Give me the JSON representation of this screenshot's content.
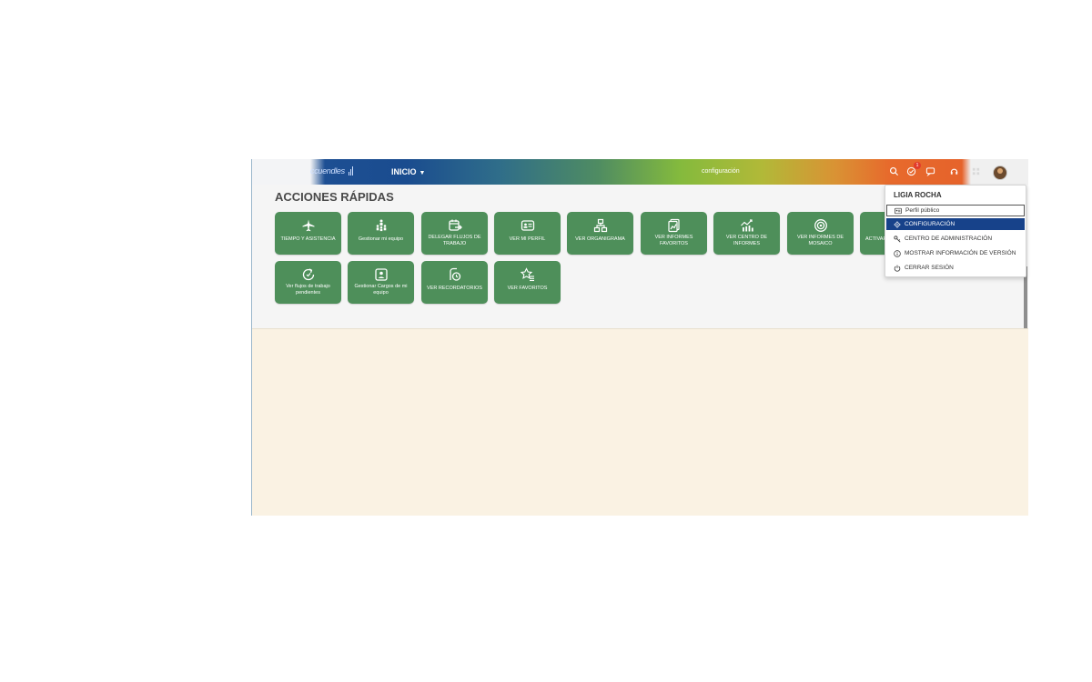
{
  "topbar": {
    "logo_text": "ccuendles",
    "nav_inicio": "INICIO",
    "center_title": "configuración",
    "notification_count": "1",
    "icons": [
      "search-icon",
      "clock-check-icon",
      "chat-icon",
      "help-icon",
      "grid-icon"
    ]
  },
  "section_title": "ACCIONES RÁPIDAS",
  "tiles_row1": [
    {
      "label": "TIEMPO Y ASISTENCIA",
      "icon": "airplane-icon"
    },
    {
      "label": "Gestionar mi equipo",
      "icon": "team-icon"
    },
    {
      "label": "DELEGAR FLUJOS DE TRABAJO",
      "icon": "calendar-arrow-icon"
    },
    {
      "label": "VER MI PERFIL",
      "icon": "id-card-icon"
    },
    {
      "label": "VER ORGANIGRAMA",
      "icon": "org-chart-icon"
    },
    {
      "label": "VER INFORMES FAVORITOS",
      "icon": "report-icon"
    },
    {
      "label": "VER CENTRO DE INFORMES",
      "icon": "chart-icon"
    },
    {
      "label": "VER INFORMES DE MOSAICO",
      "icon": "target-icon"
    },
    {
      "label": "ACTIVAR",
      "icon": "toggle-icon"
    }
  ],
  "tiles_row2": [
    {
      "label": "Ver flujos de trabajo pendientes",
      "icon": "refresh-icon"
    },
    {
      "label": "Gestionar Cargos de mi equipo",
      "icon": "profile-box-icon"
    },
    {
      "label": "VER RECORDATORIOS",
      "icon": "reminder-icon"
    },
    {
      "label": "VER FAVORITOS",
      "icon": "star-list-icon"
    }
  ],
  "dropdown": {
    "user_name": "LIGIA ROCHA",
    "items": [
      {
        "label": "Perfil público",
        "icon": "id-card-icon"
      },
      {
        "label": "CONFIGURACIÓN",
        "icon": "gear-icon"
      },
      {
        "label": "CENTRO DE ADMINISTRACIÓN",
        "icon": "keys-icon"
      },
      {
        "label": "MOSTRAR INFORMACIÓN DE VERSIÓN",
        "icon": "info-icon"
      },
      {
        "label": "CERRAR SESIÓN",
        "icon": "power-icon"
      }
    ]
  },
  "colors": {
    "tile_green": "#4e8f5a",
    "dropdown_active": "#17428a",
    "content_bg": "#faf2e3"
  }
}
